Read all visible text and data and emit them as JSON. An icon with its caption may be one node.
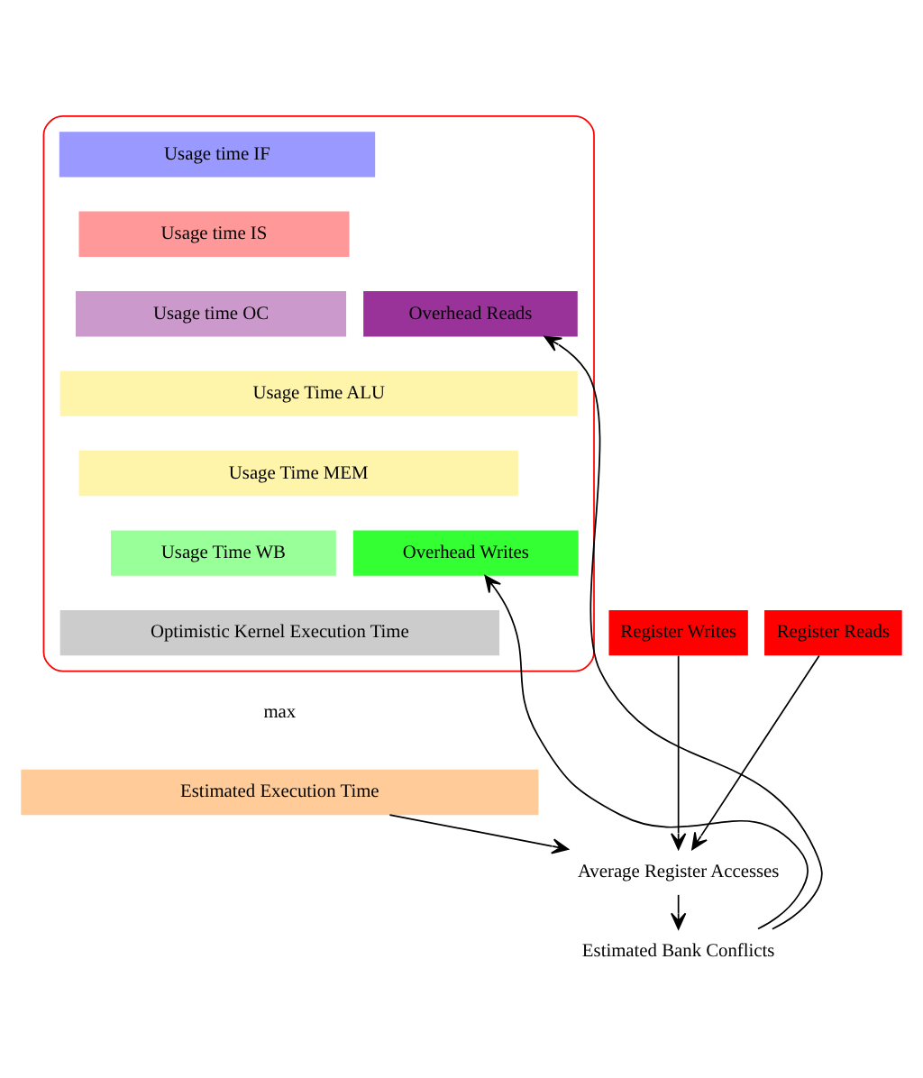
{
  "diagram": {
    "nodes": [
      {
        "text": [],
        "shape": "box"
      },
      {
        "text": [
          "Usage time IF"
        ],
        "in": 0
      },
      {
        "text": [
          "Usage time IS"
        ],
        "in": 0
      },
      {
        "text": [
          "Usage time OC"
        ],
        "in": 0
      },
      {
        "text": [
          "Overhead Reads"
        ],
        "in": 0
      },
      {
        "text": [
          "Usage Time ALU"
        ],
        "in": 0
      },
      {
        "text": [
          "Usage Time MEM"
        ],
        "in": 0
      },
      {
        "text": [
          "Usage Time WB"
        ],
        "in": 0
      },
      {
        "text": [
          "Overhead Writes"
        ],
        "in": 0
      },
      {
        "text": [
          "Optimistic Kernel Execution Time"
        ],
        "in": 0
      },
      {
        "text": [
          "Register Writes"
        ]
      },
      {
        "text": [
          "Register Reads"
        ]
      },
      {
        "text": [
          "Estimated Execution Time"
        ]
      },
      {
        "text": [
          "Average Register Accesses"
        ]
      },
      {
        "text": [
          "Estimated Bank Conflicts"
        ]
      }
    ],
    "edges": [
      {
        "from": 10,
        "to": 13,
        "arrow": "to"
      },
      {
        "from": 11,
        "to": 13,
        "arrow": "to"
      },
      {
        "from": 12,
        "to": 13,
        "arrow": "to"
      },
      {
        "from": 13,
        "to": 14,
        "arrow": "to"
      },
      {
        "from": 14,
        "to": 4,
        "arrow": "to"
      },
      {
        "from": 14,
        "to": 8,
        "arrow": "to"
      }
    ],
    "labels": [
      "max"
    ]
  }
}
